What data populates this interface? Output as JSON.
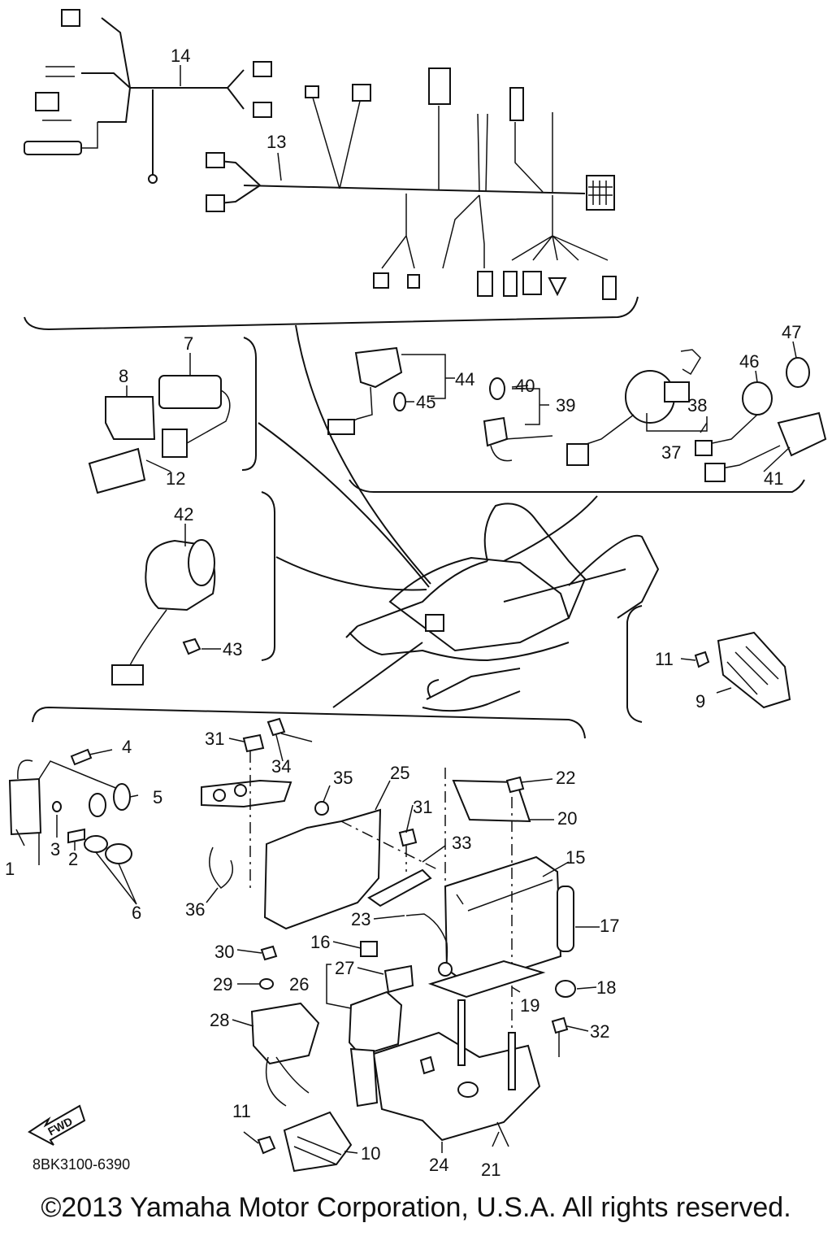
{
  "callouts": [
    "1",
    "2",
    "3",
    "4",
    "5",
    "6",
    "7",
    "8",
    "9",
    "10",
    "11",
    "12",
    "13",
    "14",
    "15",
    "16",
    "17",
    "18",
    "19",
    "20",
    "21",
    "22",
    "23",
    "24",
    "25",
    "26",
    "27",
    "28",
    "29",
    "30",
    "31",
    "32",
    "33",
    "34",
    "35",
    "36",
    "37",
    "38",
    "39",
    "40",
    "41",
    "42",
    "43",
    "44",
    "45",
    "46",
    "47"
  ],
  "callout_extra": {
    "11b": "11",
    "31b": "31"
  },
  "arrow_label": "FWD",
  "part_number": "8BK3100-6390",
  "copyright": "©2013 Yamaha Motor Corporation, U.S.A. All rights reserved."
}
